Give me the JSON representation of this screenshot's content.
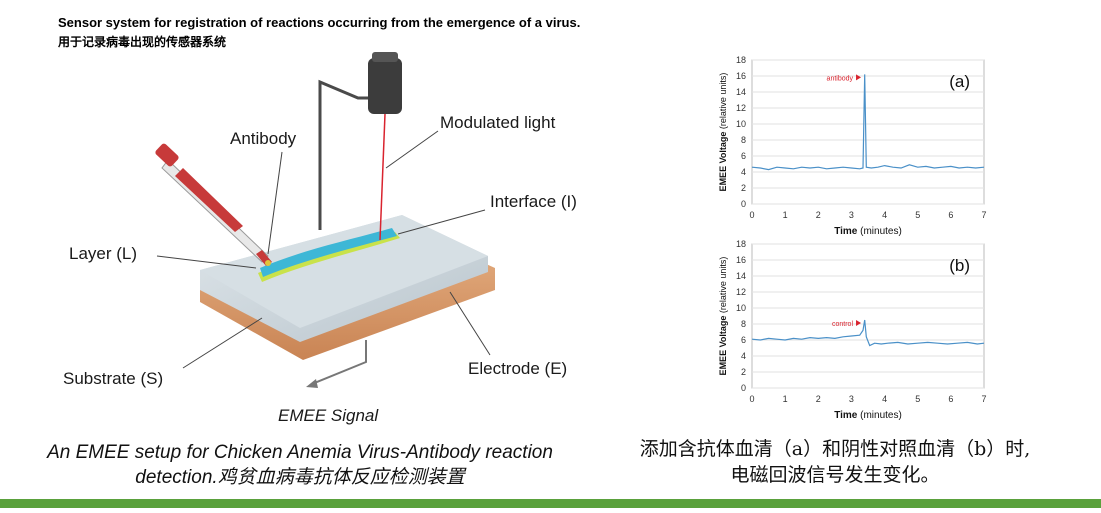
{
  "header": {
    "title_en": "Sensor system for registration of reactions occurring from the emergence of a virus.",
    "title_zh": "用于记录病毒出现的传感器系统"
  },
  "diagram": {
    "labels": {
      "antibody": "Antibody",
      "modulated_light": "Modulated light",
      "interface": "Interface (I)",
      "layer": "Layer (L)",
      "substrate": "Substrate (S)",
      "electrode": "Electrode (E)",
      "signal": "EMEE Signal"
    },
    "colors": {
      "substrate": "#c9d6de",
      "layer": "#3db7d6",
      "interface_glow": "#c9e24a",
      "electrode": "#d99a6a",
      "laser": "#d9232e"
    }
  },
  "captions": {
    "en_line1": "An EMEE setup for Chicken Anemia Virus-Antibody reaction",
    "en_line2": "detection.鸡贫血病毒抗体反应检测装置",
    "zh_line1": "添加含抗体血清（a）和阴性对照血清（b）时,",
    "zh_line2": "电磁回波信号发生变化。"
  },
  "chart_data": [
    {
      "type": "line",
      "panel_label": "(a)",
      "annotation": "antibody",
      "annotation_x": 3.35,
      "xlabel": "Time (minutes)",
      "ylabel": "EMEE Voltage (relative units)",
      "xlim": [
        0,
        7
      ],
      "ylim": [
        0,
        18
      ],
      "xticks": [
        0,
        1,
        2,
        3,
        4,
        5,
        6,
        7
      ],
      "yticks": [
        0,
        2,
        4,
        6,
        8,
        10,
        12,
        14,
        16,
        18
      ],
      "grid": true,
      "color": "#4a90c8",
      "x": [
        0,
        0.25,
        0.5,
        0.75,
        1,
        1.25,
        1.5,
        1.75,
        2,
        2.25,
        2.5,
        2.75,
        3,
        3.25,
        3.35,
        3.4,
        3.45,
        3.6,
        3.8,
        4,
        4.25,
        4.5,
        4.75,
        5,
        5.25,
        5.5,
        5.75,
        6,
        6.25,
        6.5,
        6.75,
        7
      ],
      "y": [
        4.6,
        4.5,
        4.3,
        4.6,
        4.5,
        4.4,
        4.6,
        4.5,
        4.6,
        4.4,
        4.5,
        4.6,
        4.5,
        4.4,
        4.5,
        16.2,
        4.6,
        4.5,
        4.6,
        4.8,
        4.6,
        4.5,
        4.9,
        4.6,
        4.7,
        4.5,
        4.6,
        4.7,
        4.5,
        4.6,
        4.5,
        4.6
      ]
    },
    {
      "type": "line",
      "panel_label": "(b)",
      "annotation": "control",
      "annotation_x": 3.35,
      "xlabel": "Time (minutes)",
      "ylabel": "EMEE Voltage (relative units)",
      "xlim": [
        0,
        7
      ],
      "ylim": [
        0,
        18
      ],
      "xticks": [
        0,
        1,
        2,
        3,
        4,
        5,
        6,
        7
      ],
      "yticks": [
        0,
        2,
        4,
        6,
        8,
        10,
        12,
        14,
        16,
        18
      ],
      "grid": true,
      "color": "#4a90c8",
      "x": [
        0,
        0.25,
        0.5,
        0.75,
        1,
        1.25,
        1.5,
        1.75,
        2,
        2.25,
        2.5,
        2.75,
        3,
        3.25,
        3.35,
        3.4,
        3.45,
        3.55,
        3.7,
        3.9,
        4.1,
        4.4,
        4.7,
        5,
        5.3,
        5.6,
        5.9,
        6.2,
        6.5,
        6.8,
        7
      ],
      "y": [
        6.1,
        6.0,
        6.2,
        6.1,
        6.0,
        6.2,
        6.1,
        6.3,
        6.2,
        6.3,
        6.2,
        6.4,
        6.5,
        6.6,
        7.2,
        8.5,
        6.4,
        5.3,
        5.6,
        5.5,
        5.6,
        5.7,
        5.5,
        5.6,
        5.7,
        5.6,
        5.5,
        5.6,
        5.7,
        5.5,
        5.6
      ]
    }
  ]
}
